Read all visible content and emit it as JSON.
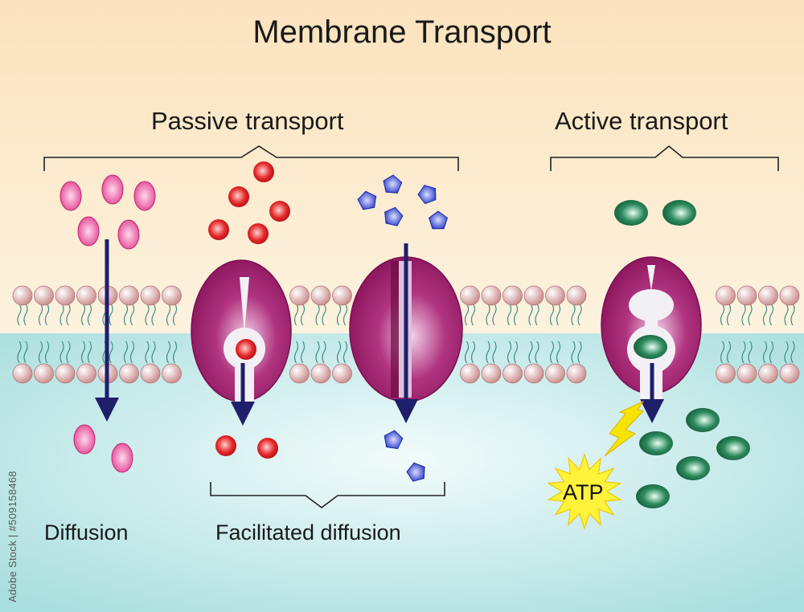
{
  "title": "Membrane Transport",
  "sections": {
    "passive": "Passive transport",
    "active": "Active transport"
  },
  "labels": {
    "diffusion": "Diffusion",
    "facilitated": "Facilitated diffusion",
    "atp": "ATP"
  },
  "watermark": "Adobe Stock | #509158468",
  "colors": {
    "bg_top": "#fbe9c8",
    "bg_bottom": "#bfe6e6",
    "phospholipid_head": "#d9a0a0",
    "protein": "#9b1c6c",
    "arrow": "#1f1f6b",
    "pink_molecule": "#e8489a",
    "red_molecule": "#e0242b",
    "blue_molecule": "#2536c9",
    "green_molecule": "#1a7a4e",
    "atp_burst": "#fff23a"
  }
}
